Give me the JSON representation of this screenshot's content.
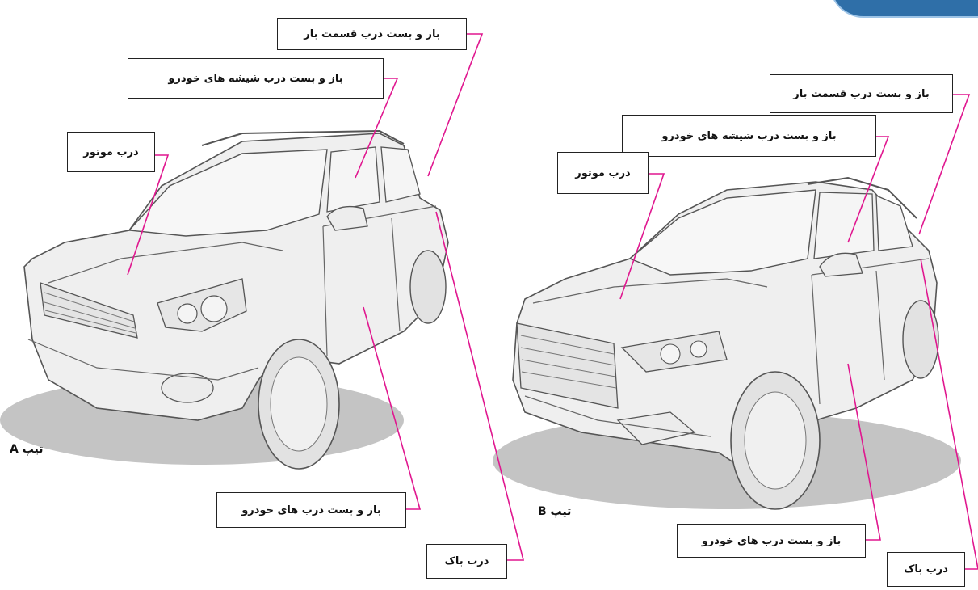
{
  "diagram_a": {
    "type_label": "تیپ A",
    "callouts": {
      "cargo": "باز و بست درب قسمت بار",
      "windows": "باز و بست درب شیشه های خودرو",
      "hood": "درب موتور",
      "doors": "باز و بست درب های خودرو",
      "fuel": "درب باک"
    }
  },
  "diagram_b": {
    "type_label": "تیپ B",
    "callouts": {
      "cargo": "باز و بست درب قسمت بار",
      "windows": "باز و بست درب شیشه های خودرو",
      "hood": "درب موتور",
      "doors": "باز و بست درب های خودرو",
      "fuel": "درب باک"
    }
  },
  "colors": {
    "leader_line": "#e0178f",
    "car_outline": "#555555",
    "car_fill": "#efefef",
    "shadow": "#c4c4c4",
    "badge": "#2f6fa8"
  }
}
